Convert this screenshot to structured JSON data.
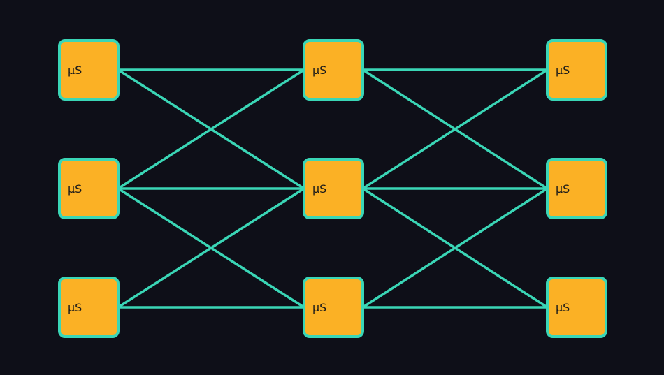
{
  "colors": {
    "background": "#0e0f18",
    "node_fill": "#fbb125",
    "node_border": "#3ad6b6",
    "edge": "#3ad6b6"
  },
  "nodes": [
    {
      "id": "a1",
      "label": "µS"
    },
    {
      "id": "a2",
      "label": "µS"
    },
    {
      "id": "a3",
      "label": "µS"
    },
    {
      "id": "b1",
      "label": "µS"
    },
    {
      "id": "b2",
      "label": "µS"
    },
    {
      "id": "b3",
      "label": "µS"
    },
    {
      "id": "c1",
      "label": "µS"
    },
    {
      "id": "c2",
      "label": "µS"
    },
    {
      "id": "c3",
      "label": "µS"
    }
  ],
  "edges": [
    [
      "a1",
      "b1"
    ],
    [
      "a1",
      "b2"
    ],
    [
      "a2",
      "b1"
    ],
    [
      "a2",
      "b2"
    ],
    [
      "a2",
      "b3"
    ],
    [
      "a3",
      "b2"
    ],
    [
      "a3",
      "b3"
    ],
    [
      "b1",
      "c1"
    ],
    [
      "b1",
      "c2"
    ],
    [
      "b2",
      "c1"
    ],
    [
      "b2",
      "c2"
    ],
    [
      "b2",
      "c3"
    ],
    [
      "b3",
      "c2"
    ],
    [
      "b3",
      "c3"
    ]
  ]
}
